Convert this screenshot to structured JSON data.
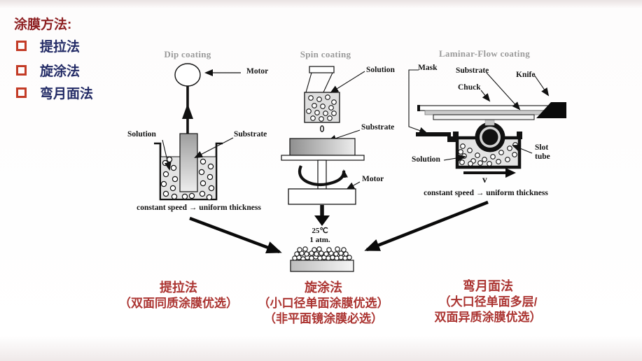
{
  "slide": {
    "title": "涂膜方法:",
    "bullets": [
      {
        "label": "提拉法"
      },
      {
        "label": "旋涂法"
      },
      {
        "label": "弯月面法"
      }
    ]
  },
  "diagrams": {
    "dip": {
      "title": "Dip coating",
      "motor_label": "Motor",
      "solution_label": "Solution",
      "substrate_label": "Substrate",
      "caption": "constant speed → uniform thickness"
    },
    "spin": {
      "title": "Spin coating",
      "solution_label": "Solution",
      "substrate_label": "Substrate",
      "motor_label": "Motor",
      "temperature": "25℃",
      "pressure": "1 atm."
    },
    "laminar": {
      "title": "Laminar-Flow coating",
      "mask_label": "Mask",
      "substrate_label": "Substrate",
      "knife_label": "Knife",
      "chuck_label": "Chuck",
      "solution_label": "Solution",
      "slot_tube_label": "Slot tube",
      "velocity_label": "v",
      "caption": "constant speed → uniform thickness"
    }
  },
  "summaries": {
    "dip": {
      "name": "提拉法",
      "line1": "（双面同质涂膜优选）"
    },
    "spin": {
      "name": "旋涂法",
      "line1": "（小口径单面涂膜优选）",
      "line2": "（非平面镜涂膜必选）"
    },
    "laminar": {
      "name": "弯月面法",
      "line1": "（大口径单面多层/",
      "line2": "双面异质涂膜优选）"
    }
  },
  "colors": {
    "title_red": "#8d1f21",
    "bullet_text_navy": "#232b66",
    "bullet_marker_red": "#c33b26",
    "summary_red": "#ab3431",
    "diagram_title_gray": "#9a9a9a",
    "diagram_ink": "#111111"
  }
}
